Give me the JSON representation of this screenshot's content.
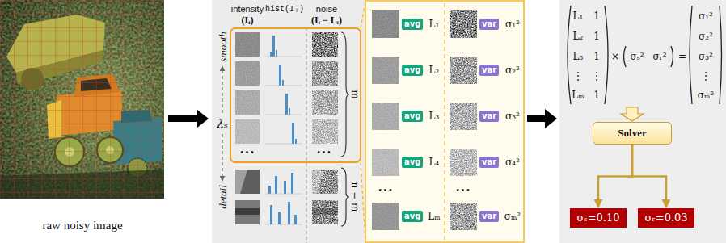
{
  "diagram": {
    "nodes": [
      {
        "text": [
          "avg"
        ]
      },
      {
        "text": [
          "var"
        ]
      },
      {
        "text": [
          "avg"
        ]
      },
      {
        "text": [
          "var"
        ]
      },
      {
        "text": [
          "avg"
        ]
      },
      {
        "text": [
          "var"
        ]
      },
      {
        "text": [
          "avg"
        ]
      },
      {
        "text": [
          "var"
        ]
      },
      {
        "text": [
          "avg"
        ]
      },
      {
        "text": [
          "var"
        ]
      },
      {
        "text": [
          "Solver"
        ]
      },
      {
        "text": [
          "σₛ=0.10"
        ]
      },
      {
        "text": [
          "σᵣ=0.03"
        ]
      }
    ],
    "edges": [
      {
        "from": 10,
        "to": 11,
        "arrow": "to"
      },
      {
        "from": 10,
        "to": 12,
        "arrow": "to"
      }
    ],
    "labels": [
      "raw noisy image",
      "intensity",
      "(Iᵢ)",
      "hist(Iᵢ)",
      "noise",
      "(Iᵢ − Lᵢ)",
      "smooth",
      "λₛ",
      "detail",
      "···",
      "···",
      "m",
      "n − m",
      "L₁",
      "σ₁²",
      "L₂",
      "σ₂²",
      "L₃",
      "σ₃²",
      "L₄",
      "σ₄²",
      "···",
      "···",
      "Lₘ",
      "σₘ²",
      "L₁",
      "1",
      "L₂",
      "1",
      "L₃",
      "1",
      "⋮",
      "⋮",
      "Lₘ",
      "1",
      "×",
      "σₛ²",
      "σᵣ²",
      "=",
      "σ₁²",
      "σ₂²",
      "σ₃²",
      "⋮",
      "σₘ²"
    ]
  }
}
